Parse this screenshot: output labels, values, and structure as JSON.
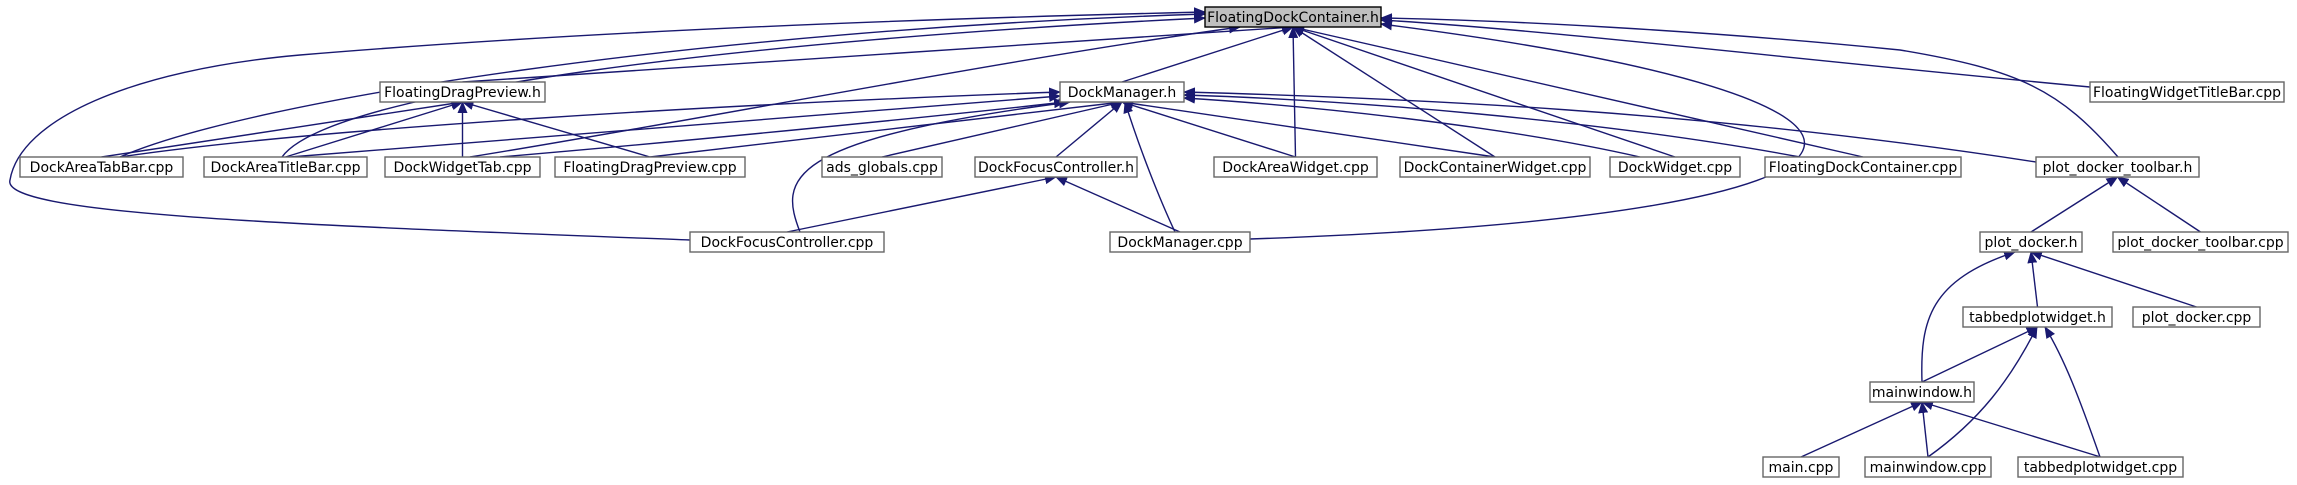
{
  "graph": {
    "arrow_color": "#191970",
    "focus_fill": "#bfbfbf",
    "nodes": [
      {
        "id": "n0",
        "label": "FloatingDockContainer.h",
        "focus": true
      },
      {
        "id": "n1",
        "label": "FloatingDragPreview.h"
      },
      {
        "id": "n2",
        "label": "DockManager.h"
      },
      {
        "id": "n3",
        "label": "FloatingWidgetTitleBar.cpp"
      },
      {
        "id": "n4",
        "label": "DockAreaTabBar.cpp"
      },
      {
        "id": "n5",
        "label": "DockAreaTitleBar.cpp"
      },
      {
        "id": "n6",
        "label": "DockWidgetTab.cpp"
      },
      {
        "id": "n7",
        "label": "FloatingDragPreview.cpp"
      },
      {
        "id": "n8",
        "label": "ads_globals.cpp"
      },
      {
        "id": "n9",
        "label": "DockFocusController.h"
      },
      {
        "id": "n10",
        "label": "DockAreaWidget.cpp"
      },
      {
        "id": "n11",
        "label": "DockContainerWidget.cpp"
      },
      {
        "id": "n12",
        "label": "DockWidget.cpp"
      },
      {
        "id": "n13",
        "label": "FloatingDockContainer.cpp"
      },
      {
        "id": "n14",
        "label": "plot_docker_toolbar.h"
      },
      {
        "id": "n15",
        "label": "DockFocusController.cpp"
      },
      {
        "id": "n16",
        "label": "DockManager.cpp"
      },
      {
        "id": "n17",
        "label": "plot_docker.h"
      },
      {
        "id": "n18",
        "label": "plot_docker_toolbar.cpp"
      },
      {
        "id": "n19",
        "label": "tabbedplotwidget.h"
      },
      {
        "id": "n20",
        "label": "plot_docker.cpp"
      },
      {
        "id": "n21",
        "label": "mainwindow.h"
      },
      {
        "id": "n22",
        "label": "main.cpp"
      },
      {
        "id": "n23",
        "label": "mainwindow.cpp"
      },
      {
        "id": "n24",
        "label": "tabbedplotwidget.cpp"
      }
    ],
    "edges": [
      {
        "from": "n1",
        "to": "n0"
      },
      {
        "from": "n2",
        "to": "n0"
      },
      {
        "from": "n3",
        "to": "n0"
      },
      {
        "from": "n4",
        "to": "n0"
      },
      {
        "from": "n5",
        "to": "n0"
      },
      {
        "from": "n6",
        "to": "n0"
      },
      {
        "from": "n10",
        "to": "n0"
      },
      {
        "from": "n11",
        "to": "n0"
      },
      {
        "from": "n12",
        "to": "n0"
      },
      {
        "from": "n13",
        "to": "n0"
      },
      {
        "from": "n14",
        "to": "n0"
      },
      {
        "from": "n15",
        "to": "n0"
      },
      {
        "from": "n16",
        "to": "n0"
      },
      {
        "from": "n4",
        "to": "n1"
      },
      {
        "from": "n5",
        "to": "n1"
      },
      {
        "from": "n6",
        "to": "n1"
      },
      {
        "from": "n7",
        "to": "n1"
      },
      {
        "from": "n4",
        "to": "n2"
      },
      {
        "from": "n5",
        "to": "n2"
      },
      {
        "from": "n6",
        "to": "n2"
      },
      {
        "from": "n7",
        "to": "n2"
      },
      {
        "from": "n8",
        "to": "n2"
      },
      {
        "from": "n9",
        "to": "n2"
      },
      {
        "from": "n10",
        "to": "n2"
      },
      {
        "from": "n11",
        "to": "n2"
      },
      {
        "from": "n12",
        "to": "n2"
      },
      {
        "from": "n13",
        "to": "n2"
      },
      {
        "from": "n14",
        "to": "n2"
      },
      {
        "from": "n15",
        "to": "n2"
      },
      {
        "from": "n16",
        "to": "n2"
      },
      {
        "from": "n15",
        "to": "n9"
      },
      {
        "from": "n16",
        "to": "n9"
      },
      {
        "from": "n17",
        "to": "n14"
      },
      {
        "from": "n18",
        "to": "n14"
      },
      {
        "from": "n19",
        "to": "n17"
      },
      {
        "from": "n20",
        "to": "n17"
      },
      {
        "from": "n21",
        "to": "n17"
      },
      {
        "from": "n21",
        "to": "n19"
      },
      {
        "from": "n23",
        "to": "n19"
      },
      {
        "from": "n24",
        "to": "n19"
      },
      {
        "from": "n22",
        "to": "n21"
      },
      {
        "from": "n23",
        "to": "n21"
      },
      {
        "from": "n24",
        "to": "n21"
      }
    ]
  }
}
